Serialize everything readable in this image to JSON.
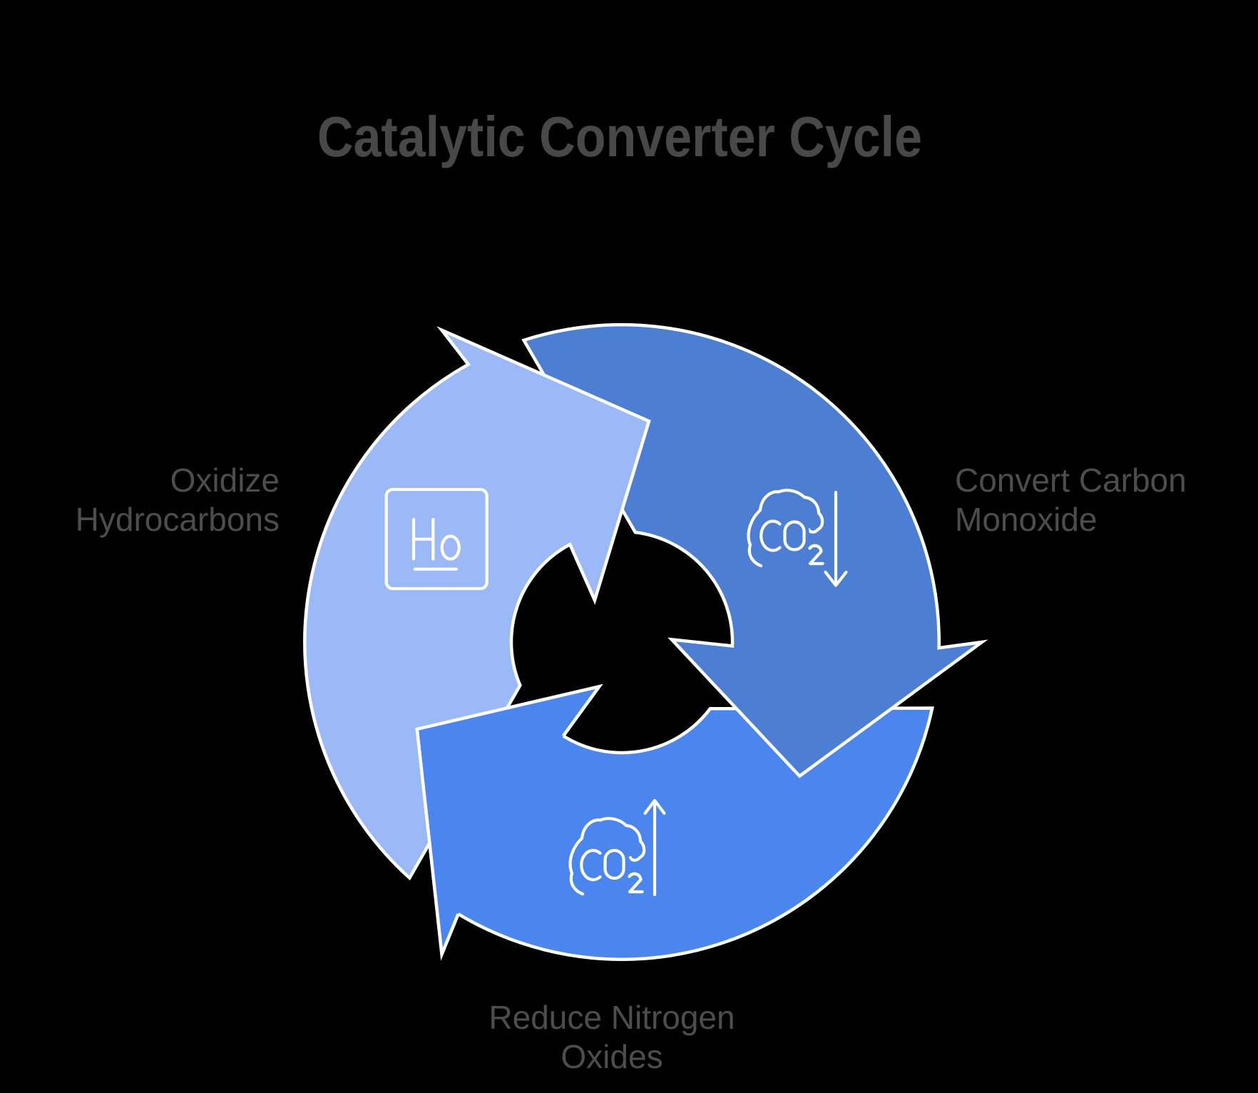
{
  "title": "Catalytic Converter Cycle",
  "background_color": "#000000",
  "outline_color": "#ffffff",
  "title_color": "#484848",
  "label_color": "#4d4d4d",
  "diagram": {
    "type": "cycle",
    "direction": "clockwise",
    "segments": [
      {
        "id": "oxidize-hydrocarbons",
        "color": "#9ab9f6",
        "label": {
          "line1": "Oxidize",
          "line2": "Hydrocarbons"
        },
        "icon": {
          "name": "holmium-element-tile-icon",
          "text": "Ho"
        }
      },
      {
        "id": "convert-carbon-monoxide",
        "color": "#4c7fd3",
        "label": {
          "line1": "Convert Carbon",
          "line2": "Monoxide"
        },
        "icon": {
          "name": "co2-cloud-decrease-icon",
          "text": "CO2",
          "arrow": "down"
        }
      },
      {
        "id": "reduce-nitrogen-oxides",
        "color": "#4a86ee",
        "label": {
          "line1": "Reduce Nitrogen",
          "line2": "Oxides"
        },
        "icon": {
          "name": "co2-cloud-increase-icon",
          "text": "CO2",
          "arrow": "up"
        }
      }
    ]
  }
}
